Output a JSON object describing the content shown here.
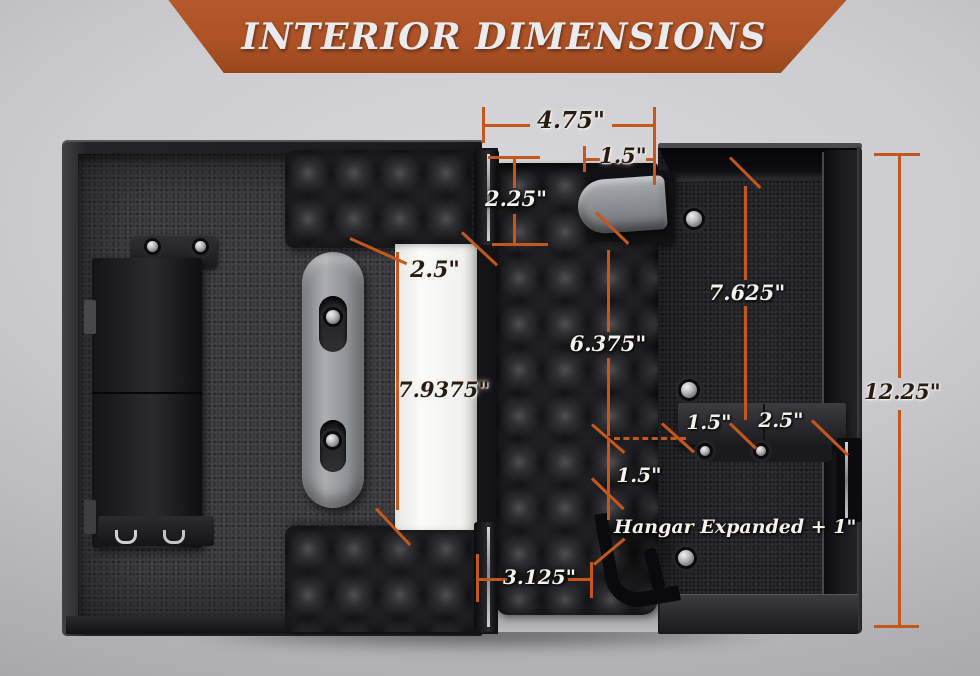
{
  "banner": {
    "title": "INTERIOR DIMENSIONS"
  },
  "colors": {
    "accent_orange": "#c2581d",
    "banner_orange": "#ad5226",
    "dark_label": "#291b0d",
    "light_label": "#f5f2ec"
  },
  "dims": {
    "top_width": "4.75\"",
    "hangar_offset": "1.5\"",
    "lid_top_foam": "2.25\"",
    "door_slot_width": "2.5\"",
    "door_slot_height": "7.9375\"",
    "hangar_to_shelf": "6.375\"",
    "back_wall": "7.625\"",
    "shelf_front": "1.5\"",
    "shelf_back": "2.5\"",
    "interior_height": "12.25\"",
    "shelf_gap": "1.5\"",
    "hangar_note": "Hangar Expanded + 1\"",
    "bottom_width": "3.125\""
  }
}
